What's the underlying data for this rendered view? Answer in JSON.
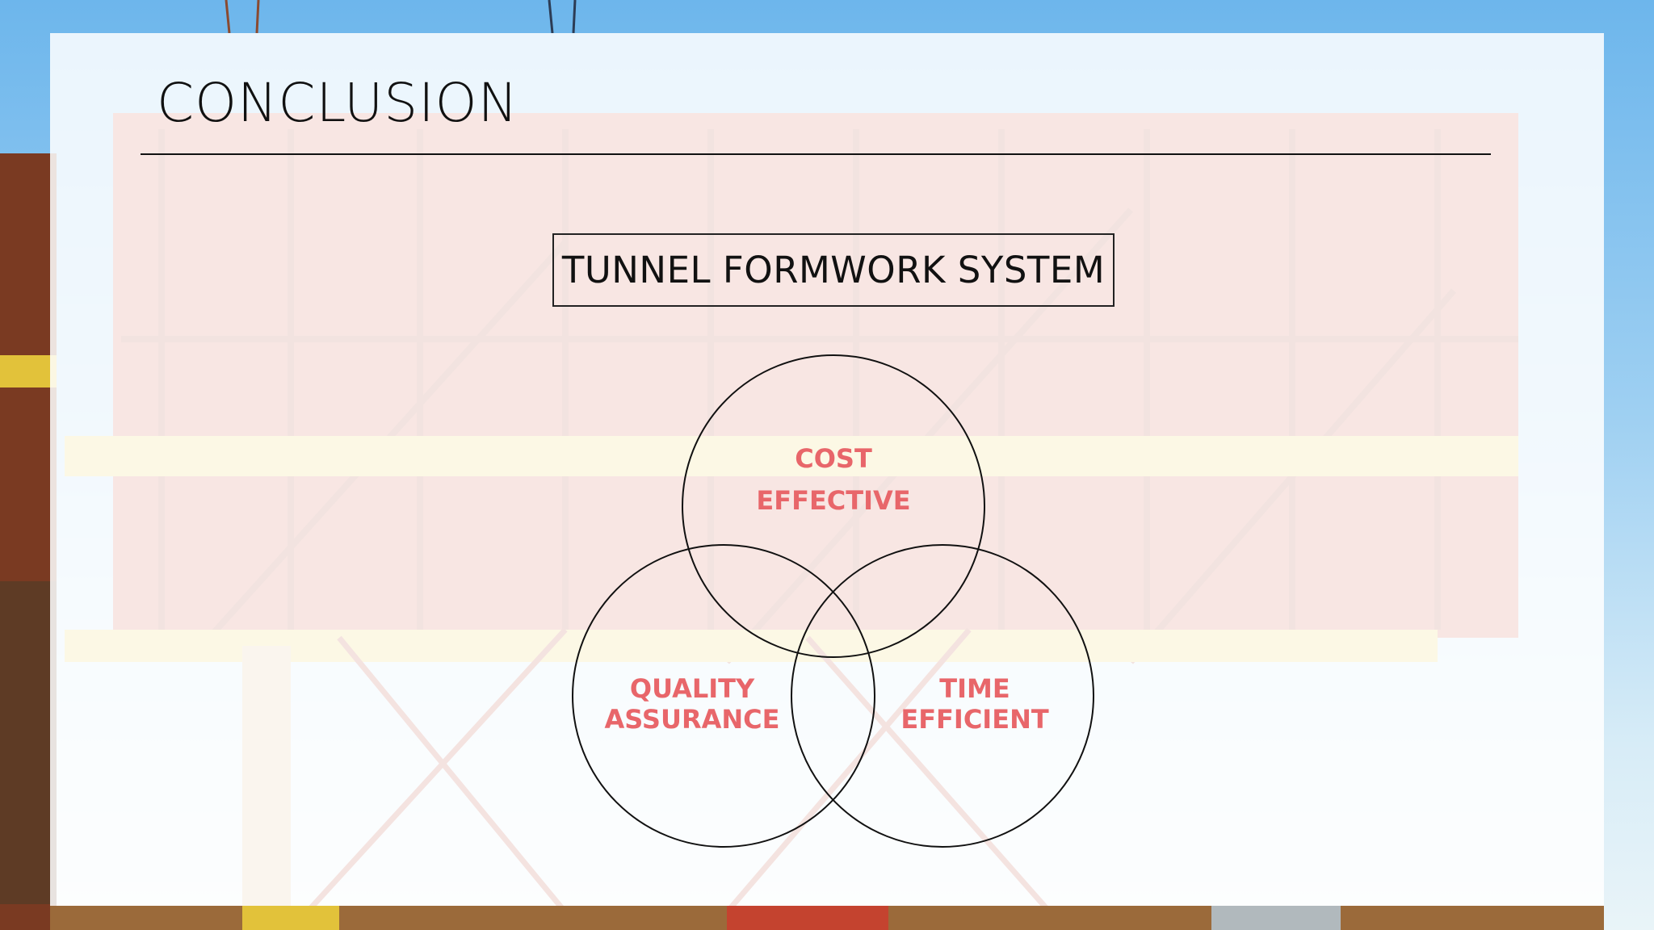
{
  "slide": {
    "title": "CONCLUSION",
    "heading": "TUNNEL FORMWORK SYSTEM"
  },
  "venn": {
    "top_line1": "COST",
    "top_line2": "EFFECTIVE",
    "left_line1": "QUALITY",
    "left_line2": "ASSURANCE",
    "right_line1": "TIME",
    "right_line2": "EFFICIENT"
  },
  "colors": {
    "accent_text": "#e8666a",
    "outline": "#111111",
    "sky": "#6db6ec",
    "formwork_red": "#c4432f",
    "formwork_yellow": "#e8c94a"
  },
  "icons": {
    "background": "construction-site-photo"
  }
}
